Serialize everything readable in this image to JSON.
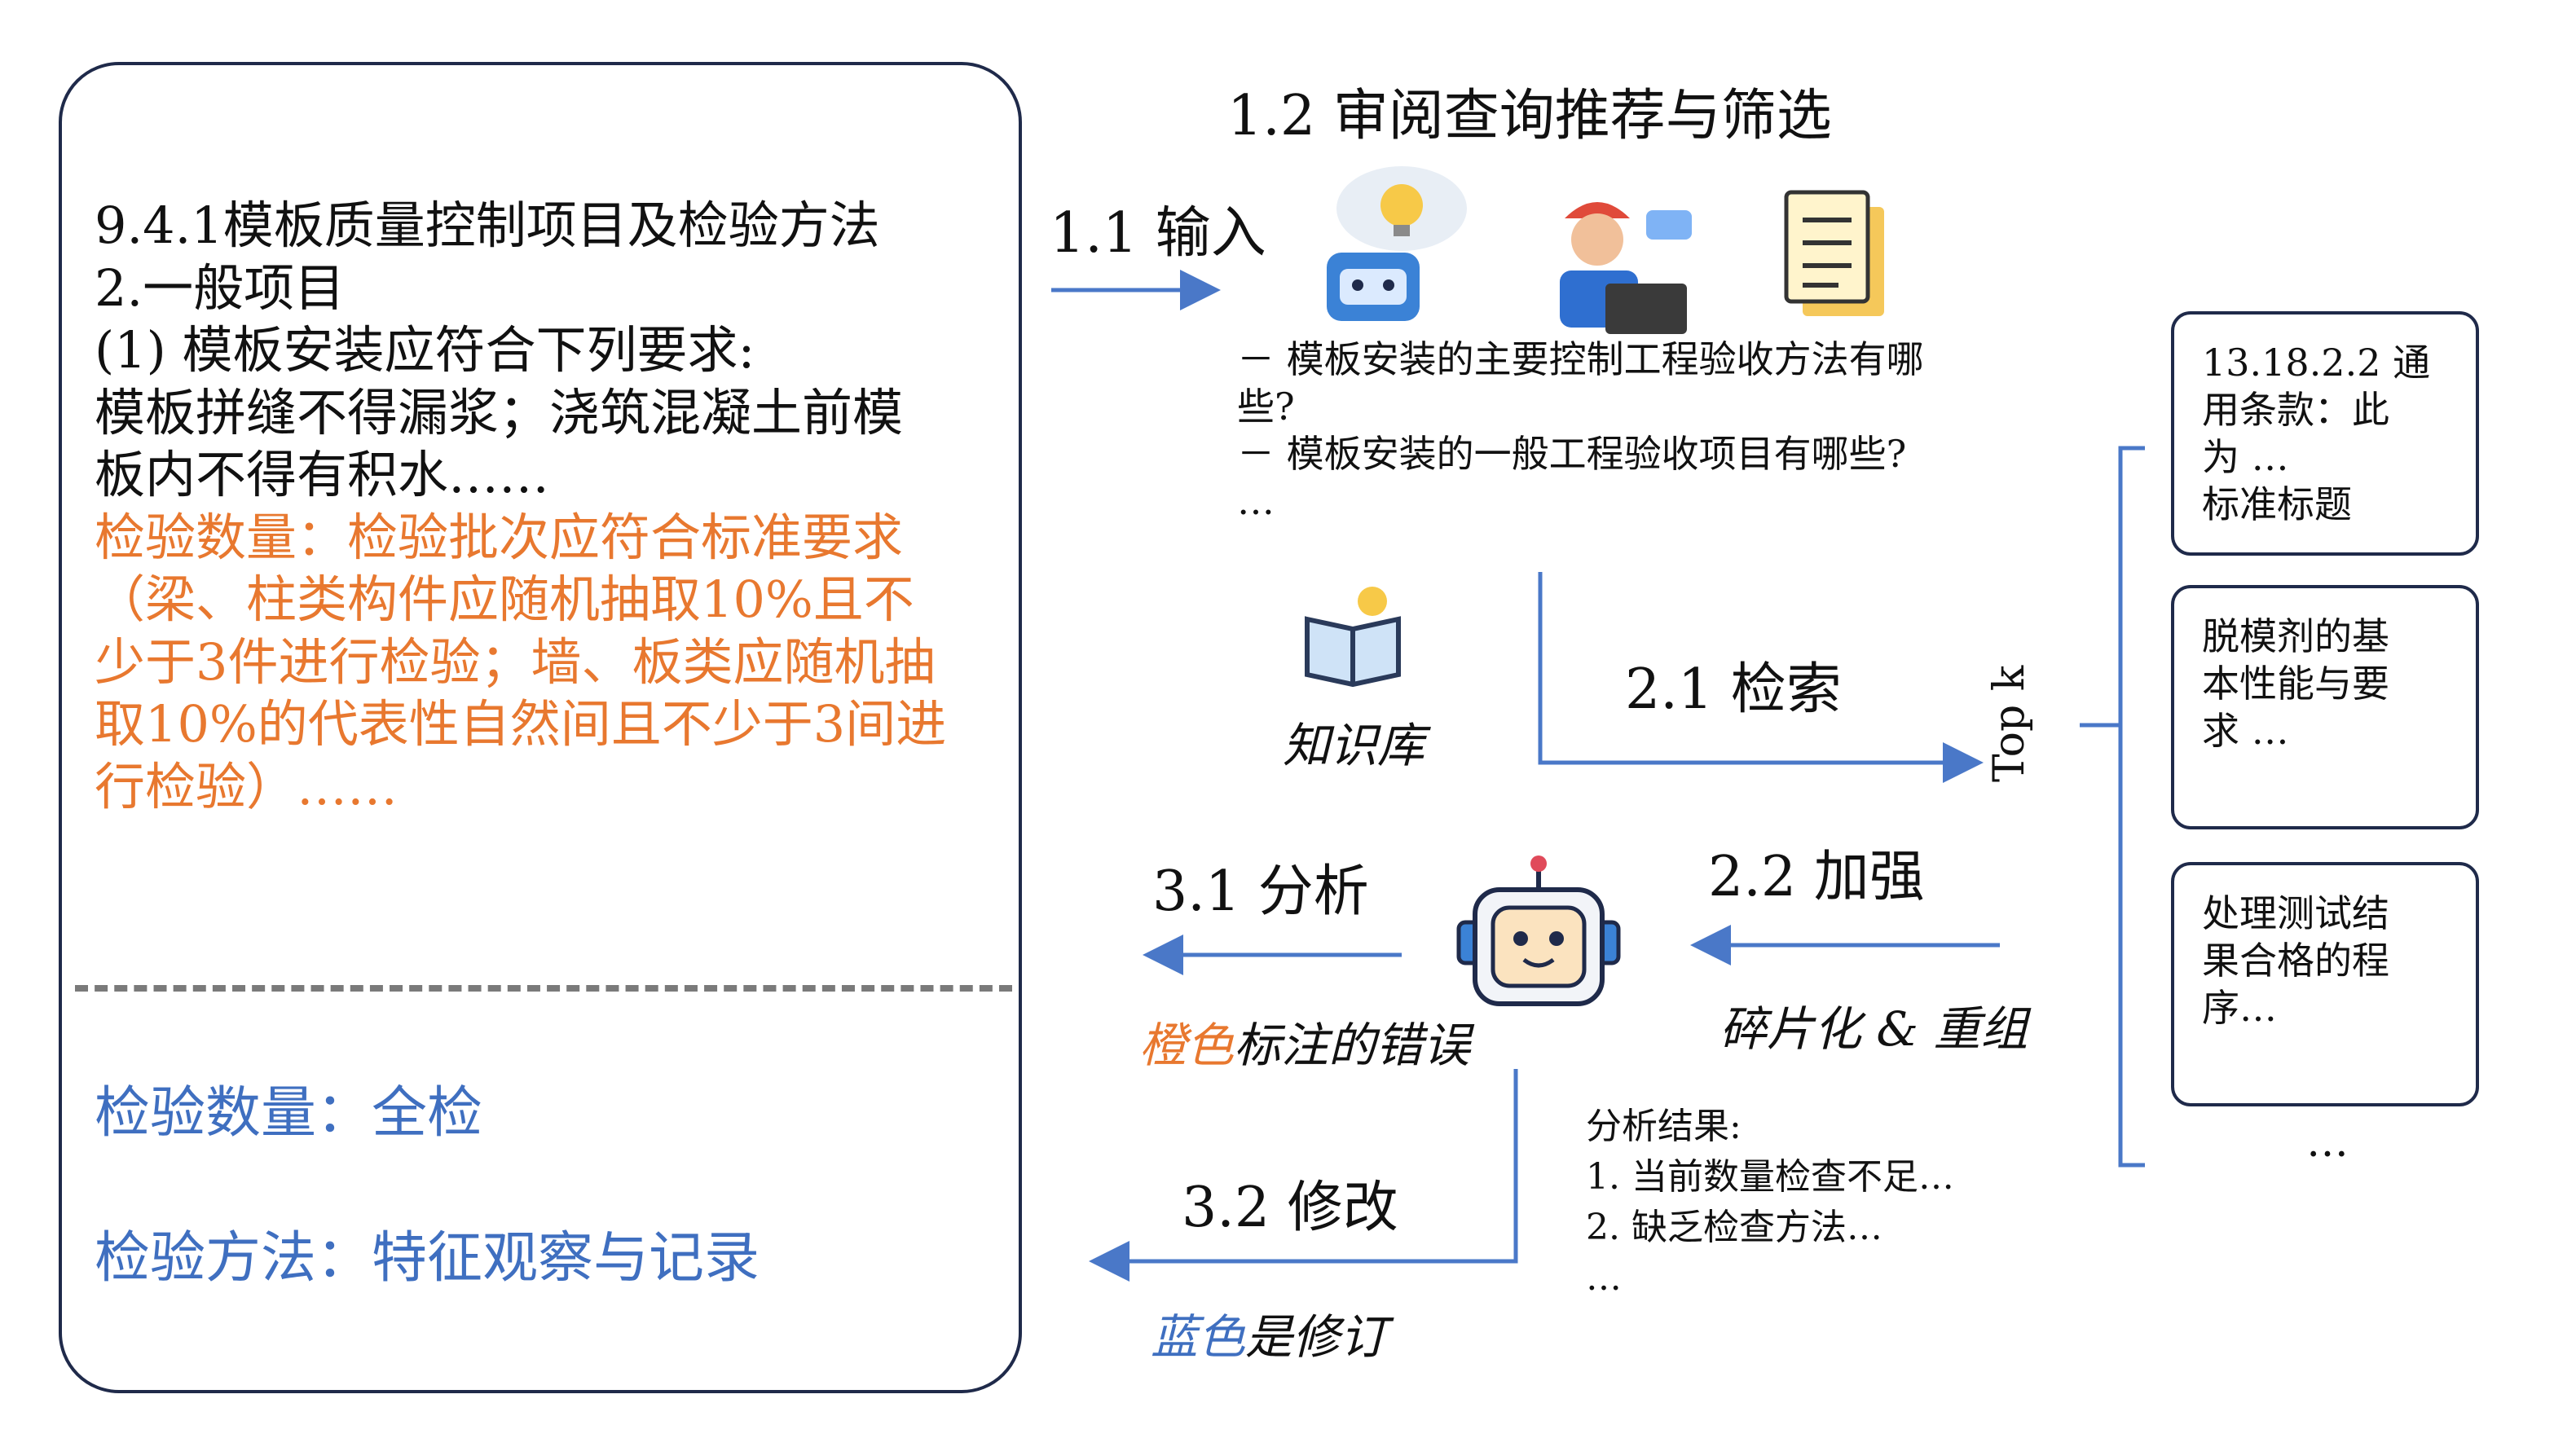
{
  "left_panel": {
    "lines": [
      {
        "text": "9.4.1模板质量控制项目及检验方法",
        "color": "black"
      },
      {
        "text": "2.一般项目",
        "color": "black"
      },
      {
        "text": "(1) 模板安装应符合下列要求:",
        "color": "black"
      },
      {
        "text": "模板拼缝不得漏浆；浇筑混凝土前模",
        "color": "black"
      },
      {
        "text": "板内不得有积水……",
        "color": "black"
      },
      {
        "text": "检验数量：检验批次应符合标准要求",
        "color": "orange"
      },
      {
        "text": "（梁、柱类构件应随机抽取10%且不",
        "color": "orange"
      },
      {
        "text": "少于3件进行检验；墙、板类应随机抽",
        "color": "orange"
      },
      {
        "text": "取10%的代表性自然间且不少于3间进",
        "color": "orange"
      },
      {
        "text": "行检验）……",
        "color": "orange"
      }
    ],
    "revised": {
      "quantity": "检验数量：全检",
      "method": "检验方法：特征观察与记录"
    }
  },
  "steps": {
    "s12": "1.2 审阅查询推荐与筛选",
    "s11": "1.1 输入",
    "s21": "2.1 检索",
    "s22": "2.2 加强",
    "s31": "3.1 分析",
    "s32": "3.2 修改"
  },
  "queries": "－ 模板安装的主要控制工程验收方法有哪\n些?\n－ 模板安装的一般工程验收项目有哪些?\n…",
  "knowledge_base": "知识库",
  "fragment_label": "碎片化 & 重组",
  "error_label": {
    "highlight": "橙色",
    "rest": "标注的错误"
  },
  "revise_label": {
    "highlight": "蓝色",
    "rest": "是修订"
  },
  "analysis": "分析结果:\n1. 当前数量检查不足…\n2. 缺乏检查方法…\n…",
  "topk": "Top k",
  "results": [
    "13.18.2.2 通\n用条款：此\n为 …\n标准标题",
    "脱模剂的基\n本性能与要\n求 …",
    "处理测试结\n果合格的程\n序…"
  ],
  "results_more": "…",
  "icons": [
    "idea-robot-icon",
    "engineer-laptop-icon",
    "document-icon",
    "book-idea-icon",
    "robot-icon"
  ],
  "colors": {
    "orange": "#e8782f",
    "blue": "#3f6fc0",
    "arrow": "#4a78c8",
    "border": "#1f2a4a"
  }
}
